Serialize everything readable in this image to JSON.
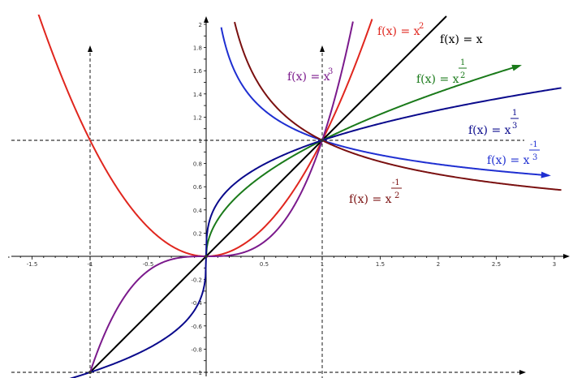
{
  "chart_data": {
    "type": "line",
    "title": "",
    "xlabel": "",
    "ylabel": "",
    "xlim": [
      -1.79,
      3.06
    ],
    "ylim": [
      -1.04,
      2.04
    ],
    "grid": false,
    "x_ticks": [
      {
        "v": -1.5,
        "label": "-1.5"
      },
      {
        "v": -1,
        "label": "-1"
      },
      {
        "v": -0.5,
        "label": "-0.5"
      },
      {
        "v": 0.5,
        "label": "0.5"
      },
      {
        "v": 1,
        "label": "1"
      },
      {
        "v": 1.5,
        "label": "1.5"
      },
      {
        "v": 2,
        "label": "2"
      },
      {
        "v": 2.5,
        "label": "2.5"
      },
      {
        "v": 3,
        "label": "3"
      }
    ],
    "y_ticks": [
      {
        "v": -1,
        "label": "-1"
      },
      {
        "v": -0.8,
        "label": "-0.8"
      },
      {
        "v": -0.6,
        "label": "-0.6"
      },
      {
        "v": -0.4,
        "label": "-0.4"
      },
      {
        "v": -0.2,
        "label": "-0.2"
      },
      {
        "v": 0.2,
        "label": "0.2"
      },
      {
        "v": 0.4,
        "label": "0.4"
      },
      {
        "v": 0.6,
        "label": "0.6"
      },
      {
        "v": 0.8,
        "label": "0.8"
      },
      {
        "v": 1,
        "label": "1"
      },
      {
        "v": 1.2,
        "label": "1.2"
      },
      {
        "v": 1.4,
        "label": "1.4"
      },
      {
        "v": 1.6,
        "label": "1.6"
      },
      {
        "v": 1.8,
        "label": "1.8"
      },
      {
        "v": 2,
        "label": "2"
      }
    ],
    "reference_lines": [
      {
        "orientation": "vertical",
        "value": -1
      },
      {
        "orientation": "vertical",
        "value": 1
      },
      {
        "orientation": "horizontal",
        "value": 1
      },
      {
        "orientation": "horizontal",
        "value": -1
      }
    ],
    "series": [
      {
        "id": "x2",
        "label_text": "f(x) = x",
        "label_exp": "2",
        "exponent": 2,
        "color": "#e0261e",
        "x_range": [
          -1.45,
          1.43
        ],
        "arrow": false
      },
      {
        "id": "x1",
        "label_text": "f(x) = x",
        "label_exp": "",
        "exponent": 1,
        "color": "#000000",
        "x_range": [
          -1.0,
          2.07
        ],
        "arrow": false
      },
      {
        "id": "x3",
        "label_text": "f(x) = x",
        "label_exp": "3",
        "exponent": 3,
        "color": "#7b1a8c",
        "x_range": [
          -1.0,
          1.265
        ],
        "arrow": false
      },
      {
        "id": "x12",
        "label_text": "f(x) = x",
        "label_exp_num": "1",
        "label_exp_den": "2",
        "exponent": 0.5,
        "color": "#1a7a1a",
        "x_range": [
          0,
          2.7
        ],
        "arrow": true
      },
      {
        "id": "x13",
        "label_text": "f(x) = x",
        "label_exp_num": "1",
        "label_exp_den": "3",
        "exponent": 0.3333333,
        "odd_root": true,
        "color": "#0a0a8c",
        "x_range": [
          -1.7,
          3.06
        ],
        "arrow": false
      },
      {
        "id": "xm13",
        "label_text": "f(x) = x",
        "label_exp_num": "-1",
        "label_exp_den": "3",
        "exponent": -0.3333333,
        "color": "#1f2fd1",
        "x_range": [
          0.13,
          2.95
        ],
        "arrow": true
      },
      {
        "id": "xm12",
        "label_text": "f(x) = x",
        "label_exp_num": "-1",
        "label_exp_den": "2",
        "exponent": -0.5,
        "color": "#7a1010",
        "x_range": [
          0.245,
          3.06
        ],
        "arrow": false
      }
    ]
  }
}
